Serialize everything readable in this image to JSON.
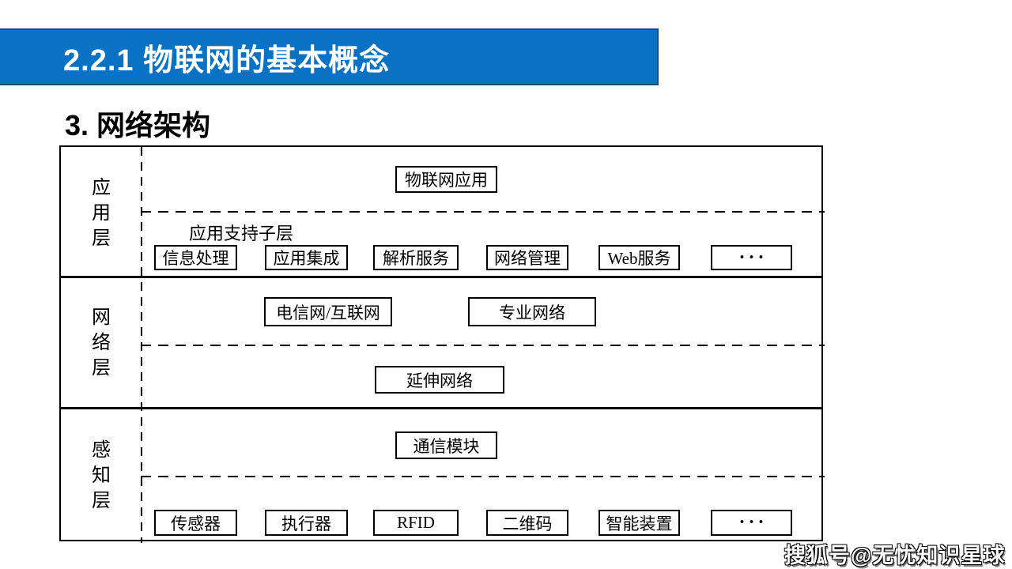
{
  "title_bar": {
    "text": "2.2.1 物联网的基本概念",
    "bg_color": "#0a72c4",
    "border_color": "#1d4a74",
    "text_color": "#ffffff"
  },
  "heading": "3. 网络架构",
  "diagram": {
    "layer_labels": [
      "应用层",
      "网络层",
      "感知层"
    ],
    "app_layer": {
      "top_box": "物联网应用",
      "sublayer_label": "应用支持子层",
      "boxes": [
        "信息处理",
        "应用集成",
        "解析服务",
        "网络管理",
        "Web服务",
        "···"
      ]
    },
    "network_layer": {
      "top_boxes": [
        "电信网/互联网",
        "专业网络"
      ],
      "bottom_box": "延伸网络"
    },
    "perception_layer": {
      "top_box": "通信模块",
      "boxes": [
        "传感器",
        "执行器",
        "RFID",
        "二维码",
        "智能装置",
        "···"
      ]
    },
    "line_color": "#000000"
  },
  "watermark": "搜狐号@无忧知识星球"
}
